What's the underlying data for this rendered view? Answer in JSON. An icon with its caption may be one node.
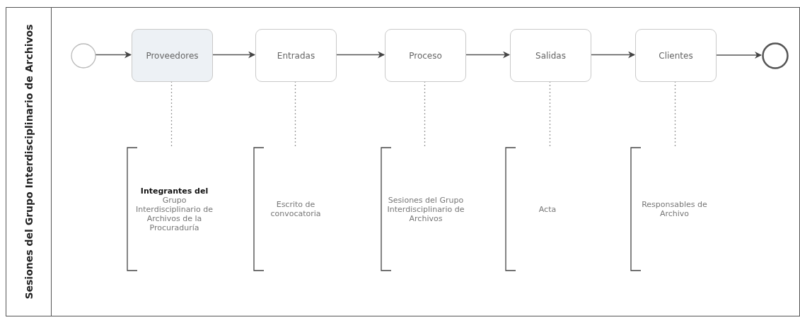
{
  "diagram": {
    "nodes": [
      {
        "text": [
          "Sesiones del Grupo Interdisciplinario de Archivos"
        ]
      },
      {
        "text": [],
        "shape": "circle",
        "in": 0
      },
      {
        "text": [
          "Proveedores"
        ],
        "in": 0
      },
      {
        "text": [
          "Entradas"
        ],
        "in": 0
      },
      {
        "text": [
          "Proceso"
        ],
        "in": 0
      },
      {
        "text": [
          "Salidas"
        ],
        "in": 0
      },
      {
        "text": [
          "Clientes"
        ],
        "in": 0
      },
      {
        "text": [],
        "shape": "circle",
        "in": 0
      },
      {
        "text": [
          "**Integrantes del** Grupo Interdisciplinario de Archivos de la Procuraduría"
        ],
        "in": 0
      },
      {
        "text": [
          "Escrito de convocatoria"
        ],
        "in": 0
      },
      {
        "text": [
          "Sesiones del Grupo Interdisciplinario de Archivos"
        ],
        "in": 0
      },
      {
        "text": [
          "Acta"
        ],
        "in": 0
      },
      {
        "text": [
          "Responsables de Archivo"
        ],
        "in": 0
      }
    ],
    "edges": [
      {
        "from": 1,
        "to": 2,
        "arrow": "to"
      },
      {
        "from": 2,
        "to": 3,
        "arrow": "to"
      },
      {
        "from": 3,
        "to": 4,
        "arrow": "to"
      },
      {
        "from": 4,
        "to": 5,
        "arrow": "to"
      },
      {
        "from": 5,
        "to": 6,
        "arrow": "to"
      },
      {
        "from": 6,
        "to": 7,
        "arrow": "to"
      },
      {
        "from": 2,
        "to": 8,
        "arrow": "none",
        "style": "dashed"
      },
      {
        "from": 3,
        "to": 9,
        "arrow": "none",
        "style": "dashed"
      },
      {
        "from": 4,
        "to": 10,
        "arrow": "none",
        "style": "dashed"
      },
      {
        "from": 5,
        "to": 11,
        "arrow": "none",
        "style": "dashed"
      },
      {
        "from": 6,
        "to": 12,
        "arrow": "none",
        "style": "dashed"
      }
    ]
  }
}
